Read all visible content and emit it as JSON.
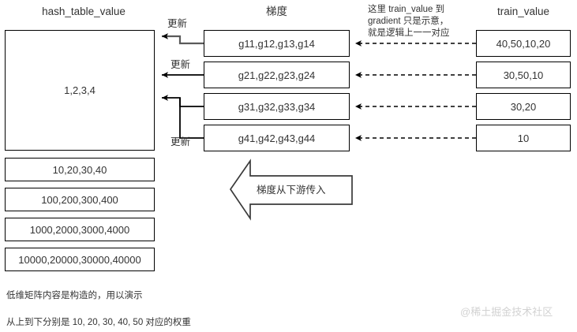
{
  "columns": {
    "hash_table_title": "hash_table_value",
    "gradient_title": "梯度",
    "train_title": "train_value"
  },
  "hash_table": {
    "main_value": "1,2,3,4",
    "rows": [
      "10,20,30,40",
      "100,200,300,400",
      "1000,2000,3000,4000",
      "10000,20000,30000,40000"
    ]
  },
  "gradient": {
    "rows": [
      "g11,g12,g13,g14",
      "g21,g22,g23,g24",
      "g31,g32,g33,g34",
      "g41,g42,g43,g44"
    ]
  },
  "train_value": {
    "rows": [
      "40,50,10,20",
      "30,50,10",
      "30,20",
      "10"
    ]
  },
  "update_labels": [
    "更新",
    "更新",
    "更新"
  ],
  "note": "这里 train_value 到\ngradient 只是示意，\n就是逻辑上一一对应",
  "flow_arrow_label": "梯度从下游传入",
  "footnotes": [
    "低维矩阵内容是构造的，用以演示",
    "从上到下分别是 10, 20, 30, 40, 50 对应的权重"
  ],
  "watermark": "@稀土掘金技术社区",
  "colors": {
    "stroke": "#000000",
    "text": "#333333",
    "background": "#ffffff",
    "watermark": "#d2d2d2",
    "gray_arrow": "#5a5a5a"
  }
}
